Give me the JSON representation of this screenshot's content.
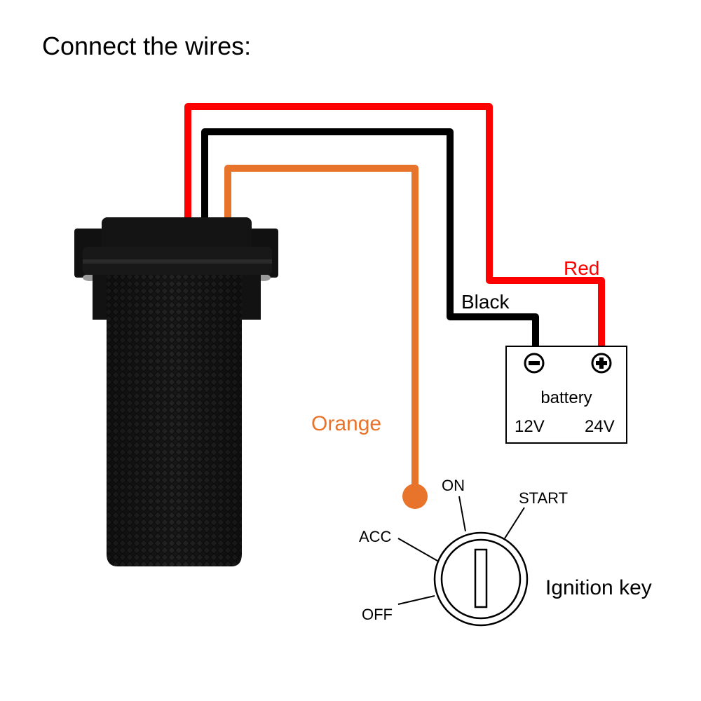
{
  "heading": "Connect the wires:",
  "wires": {
    "red": {
      "label": "Red",
      "color": "#ff0000"
    },
    "black": {
      "label": "Black",
      "color": "#000000"
    },
    "orange": {
      "label": "Orange",
      "color": "#e8732a"
    }
  },
  "battery": {
    "label": "battery",
    "voltage_low": "12V",
    "voltage_high": "24V",
    "negative_symbol": "minus-icon",
    "positive_symbol": "plus-icon"
  },
  "ignition": {
    "label": "Ignition key",
    "positions": [
      "OFF",
      "ACC",
      "ON",
      "START"
    ]
  },
  "device": {
    "icon": "gps-tracker-icon",
    "color": "#151515"
  }
}
